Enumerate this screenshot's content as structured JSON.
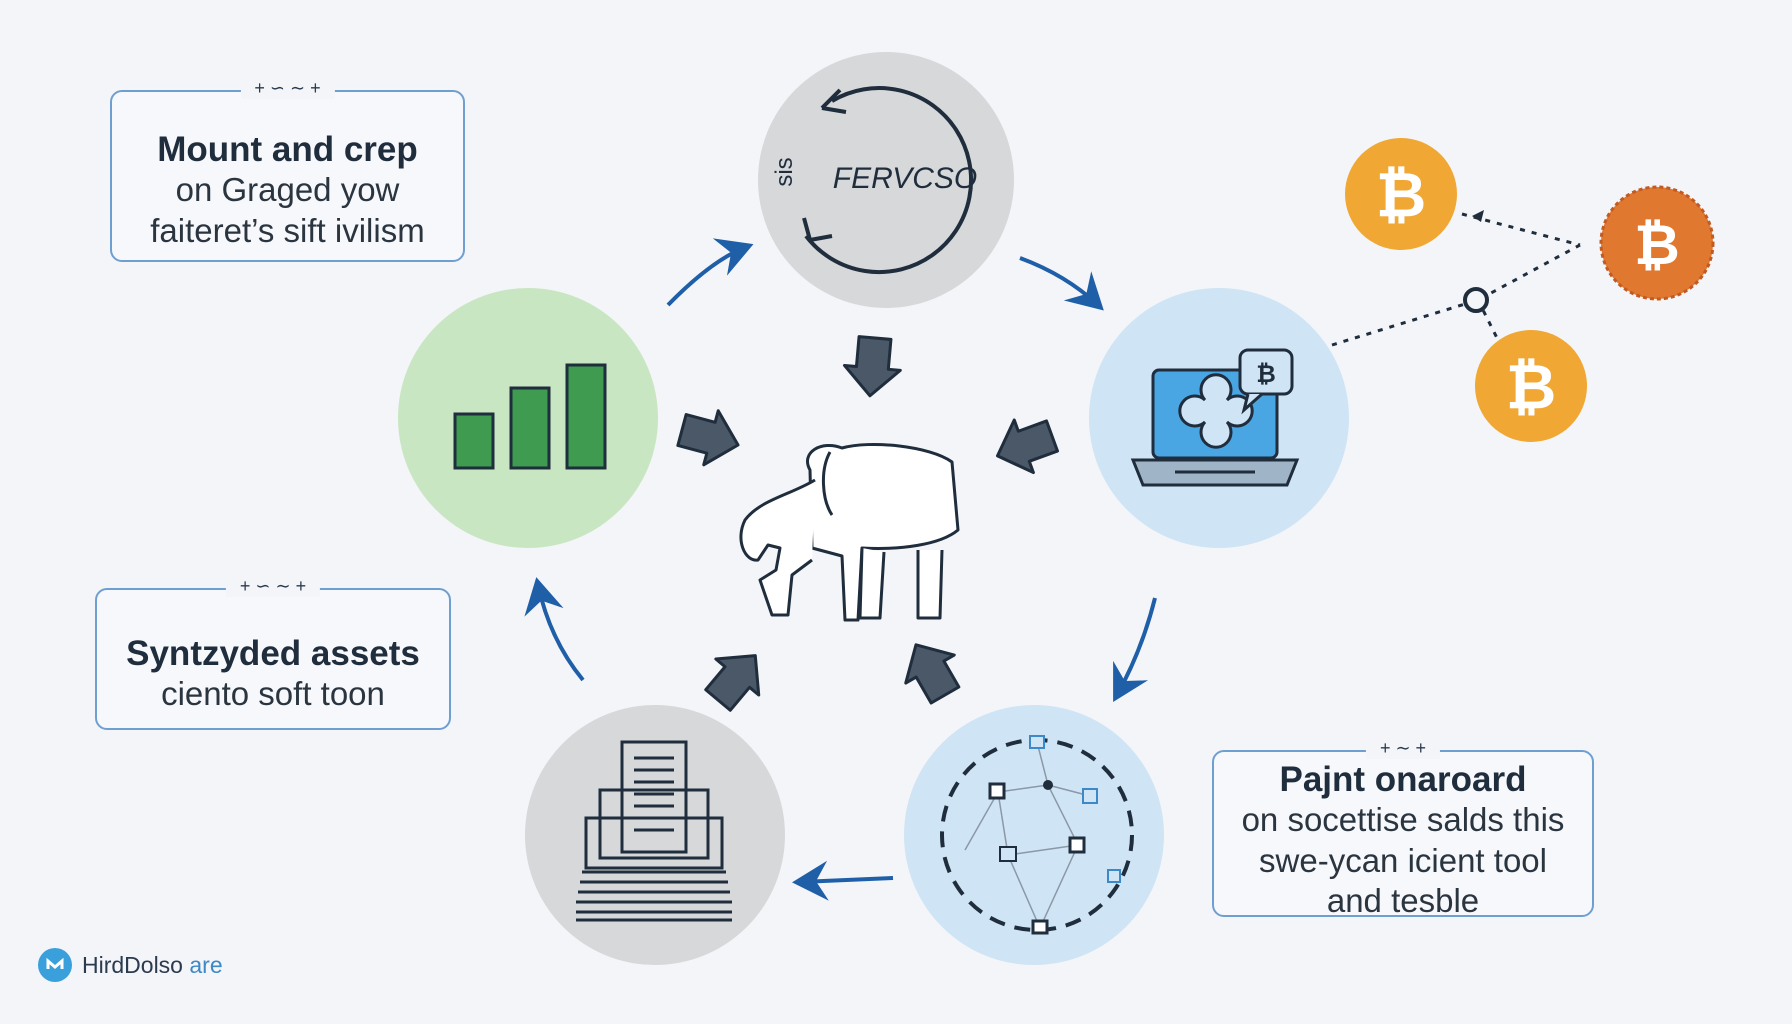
{
  "callouts": {
    "top_left": {
      "title": "Mount and crep",
      "line1": "on Graged yow",
      "line2": "faiteret’s sift ivilism"
    },
    "mid_left": {
      "title": "Syntzyded assets",
      "line1": "ciento soft toon"
    },
    "bottom_right": {
      "title": "Pajnt onaroard",
      "line1": "on socettise salds this",
      "line2": "swe-ycan icient tool",
      "line3": "and tesble"
    }
  },
  "nodes": {
    "top_circle_label": "FERVCSO",
    "top_circle_side": "sis"
  },
  "coins": {
    "symbol": "₿",
    "colors": [
      "#f0a733",
      "#e0782f",
      "#f0a733"
    ]
  },
  "brand": {
    "name": "HirdDolso",
    "suffix": " are"
  },
  "colors": {
    "accent_blue": "#1f5fa8",
    "green_node": "#c9e6c2",
    "blue_node": "#cfe4f5",
    "gray_node": "#d6d8da",
    "bar_green": "#3e9b4f"
  }
}
